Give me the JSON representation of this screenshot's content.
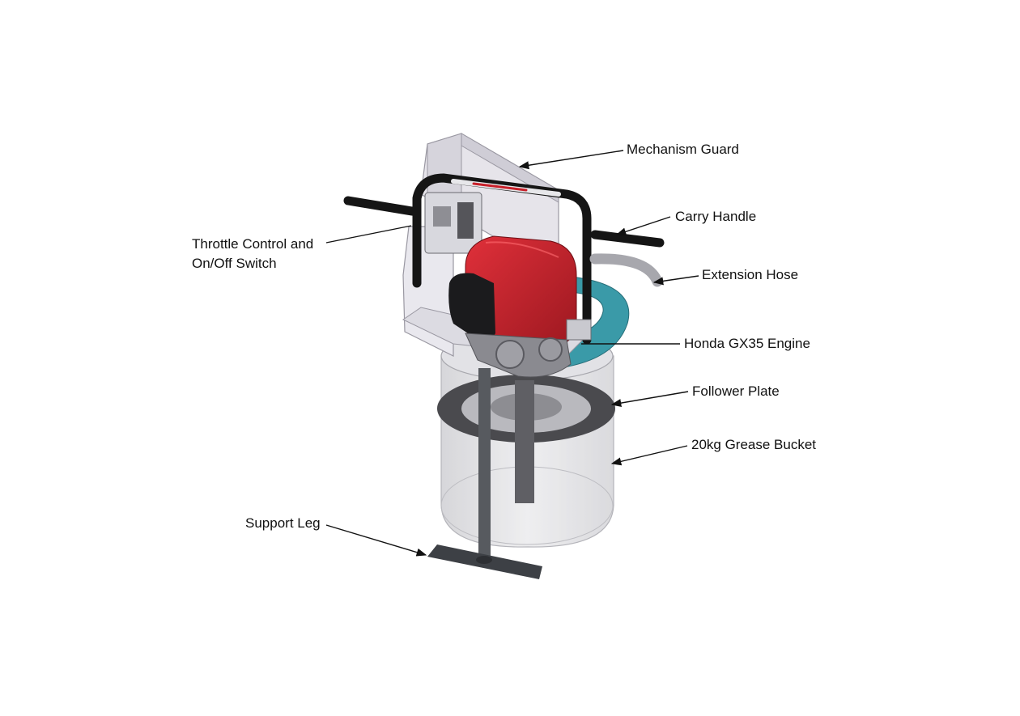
{
  "labels": {
    "mechanism_guard": "Mechanism Guard",
    "carry_handle": "Carry Handle",
    "throttle_line1": "Throttle Control and",
    "throttle_line2": "On/Off Switch",
    "extension_hose": "Extension Hose",
    "honda_engine": "Honda GX35 Engine",
    "follower_plate": "Follower Plate",
    "grease_bucket": "20kg Grease Bucket",
    "support_leg": "Support Leg"
  },
  "colors": {
    "engine_red": "#c8202a",
    "follower_teal": "#3a9aa8",
    "handle_black": "#151515",
    "guard_light": "#e6e4ea",
    "bucket_grey": "#d9d9dc"
  }
}
